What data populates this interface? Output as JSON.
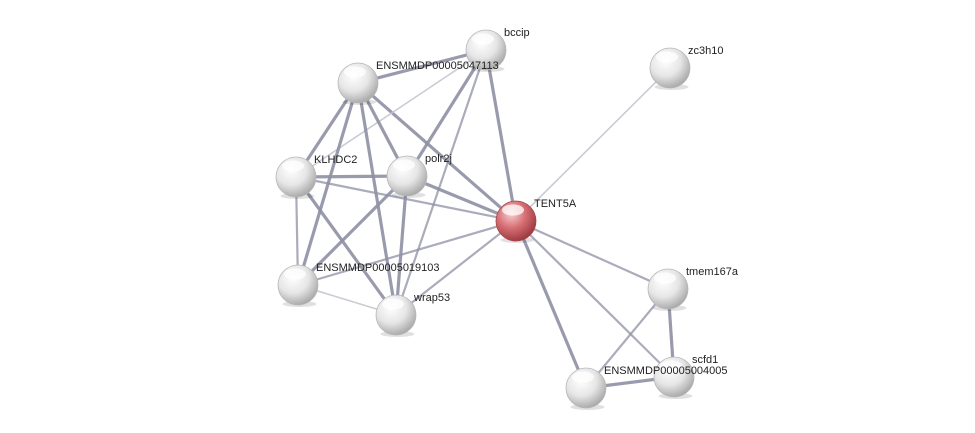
{
  "colors": {
    "background": "#ffffff",
    "node_default": "#e6e6e6",
    "node_query": "#d87075",
    "edge_strong": "#8e90a4",
    "edge_weak": "#c4c5cf",
    "label": "#222222"
  },
  "network": {
    "nodes": [
      {
        "id": "bccip",
        "label": "bccip",
        "query": false
      },
      {
        "id": "zc3h10",
        "label": "zc3h10",
        "query": false
      },
      {
        "id": "e47113",
        "label": "ENSMMDP00005047113",
        "query": false
      },
      {
        "id": "klhdc2",
        "label": "KLHDC2",
        "query": false
      },
      {
        "id": "polr2j",
        "label": "polr2j",
        "query": false
      },
      {
        "id": "tent5a",
        "label": "TENT5A",
        "query": true
      },
      {
        "id": "e19103",
        "label": "ENSMMDP00005019103",
        "query": false
      },
      {
        "id": "wrap53",
        "label": "wrap53",
        "query": false
      },
      {
        "id": "tmem167a",
        "label": "tmem167a",
        "query": false
      },
      {
        "id": "scfd1",
        "label": "scfd1",
        "query": false
      },
      {
        "id": "e004005",
        "label": "ENSMMDP00005004005",
        "query": false
      }
    ],
    "edges": [
      {
        "from": "tent5a",
        "to": "zc3h10",
        "strength": "weak"
      },
      {
        "from": "tent5a",
        "to": "bccip",
        "strength": "strong"
      },
      {
        "from": "tent5a",
        "to": "e47113",
        "strength": "strong"
      },
      {
        "from": "tent5a",
        "to": "polr2j",
        "strength": "strong"
      },
      {
        "from": "tent5a",
        "to": "klhdc2",
        "strength": "medium"
      },
      {
        "from": "tent5a",
        "to": "e19103",
        "strength": "medium"
      },
      {
        "from": "tent5a",
        "to": "wrap53",
        "strength": "medium"
      },
      {
        "from": "tent5a",
        "to": "tmem167a",
        "strength": "medium"
      },
      {
        "from": "tent5a",
        "to": "scfd1",
        "strength": "medium"
      },
      {
        "from": "tent5a",
        "to": "e004005",
        "strength": "strong"
      },
      {
        "from": "bccip",
        "to": "e47113",
        "strength": "strong"
      },
      {
        "from": "bccip",
        "to": "polr2j",
        "strength": "strong"
      },
      {
        "from": "bccip",
        "to": "klhdc2",
        "strength": "weak"
      },
      {
        "from": "bccip",
        "to": "wrap53",
        "strength": "medium"
      },
      {
        "from": "e47113",
        "to": "klhdc2",
        "strength": "strong"
      },
      {
        "from": "e47113",
        "to": "polr2j",
        "strength": "strong"
      },
      {
        "from": "e47113",
        "to": "e19103",
        "strength": "strong"
      },
      {
        "from": "e47113",
        "to": "wrap53",
        "strength": "strong"
      },
      {
        "from": "klhdc2",
        "to": "polr2j",
        "strength": "strong"
      },
      {
        "from": "klhdc2",
        "to": "e19103",
        "strength": "medium"
      },
      {
        "from": "klhdc2",
        "to": "wrap53",
        "strength": "strong"
      },
      {
        "from": "polr2j",
        "to": "e19103",
        "strength": "strong"
      },
      {
        "from": "polr2j",
        "to": "wrap53",
        "strength": "strong"
      },
      {
        "from": "e19103",
        "to": "wrap53",
        "strength": "weak"
      },
      {
        "from": "tmem167a",
        "to": "scfd1",
        "strength": "strong"
      },
      {
        "from": "tmem167a",
        "to": "e004005",
        "strength": "medium"
      },
      {
        "from": "scfd1",
        "to": "e004005",
        "strength": "strong"
      }
    ]
  }
}
